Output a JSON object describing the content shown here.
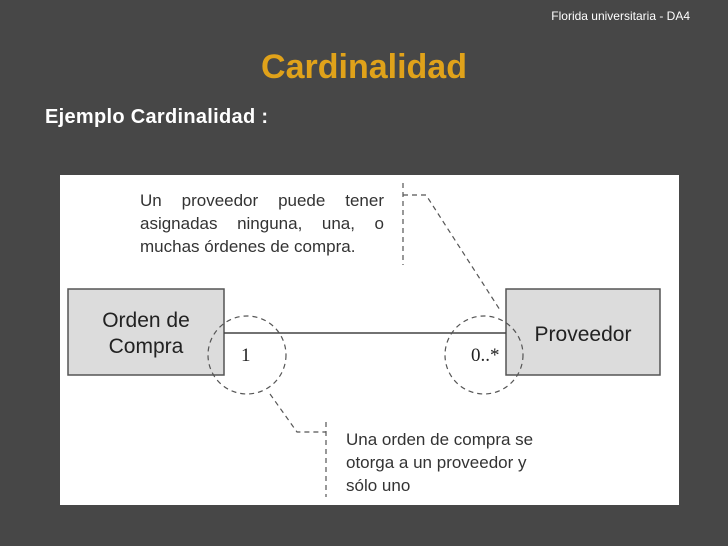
{
  "header": {
    "note": "Florida universitaria - DA4"
  },
  "slide": {
    "title": "Cardinalidad",
    "subtitle": "Ejemplo Cardinalidad :"
  },
  "diagram": {
    "entities": {
      "left": "Orden de\nCompra",
      "right": "Proveedor"
    },
    "multiplicities": {
      "left": "1",
      "right": "0..*"
    },
    "notes": {
      "top": "Un proveedor puede tener asignadas ninguna, una, o muchas órdenes de compra.",
      "bottom": "Una orden de compra se otorga a un proveedor y sólo uno"
    }
  },
  "colors": {
    "background": "#474747",
    "title": "#e0a21a",
    "text": "#ffffff",
    "entity_fill": "#dcdcdc"
  }
}
